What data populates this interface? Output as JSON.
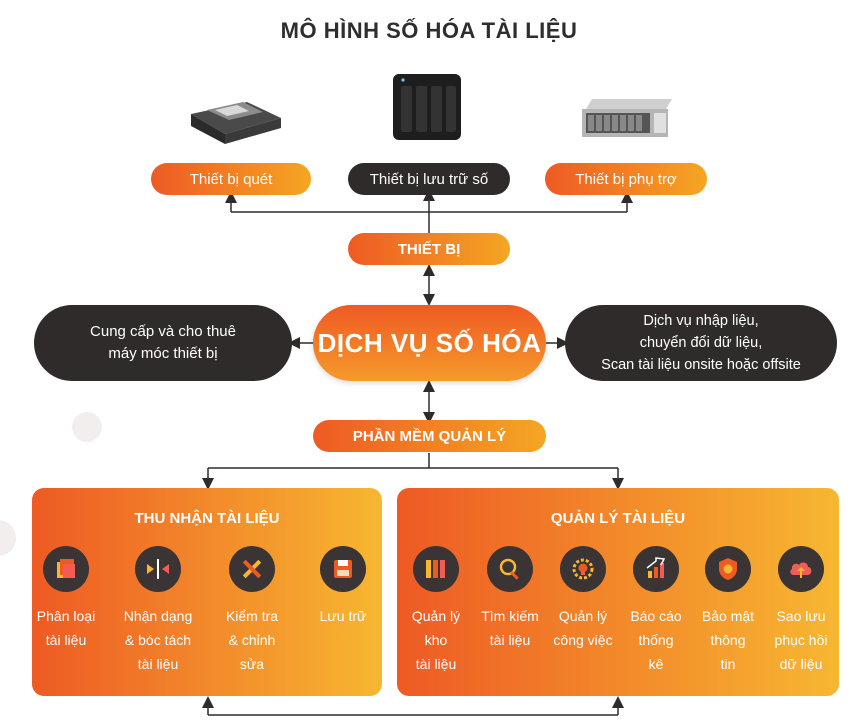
{
  "title": "MÔ HÌNH SỐ HÓA TÀI LIỆU",
  "devices": {
    "scanner": "Thiết bị quét",
    "storage": "Thiết bị lưu trữ số",
    "auxiliary": "Thiết bị phụ trợ"
  },
  "equipment_label": "THIẾT BỊ",
  "center_label": "DỊCH VỤ SỐ HÓA",
  "left_service": {
    "line1": "Cung cấp và cho thuê",
    "line2": "máy móc thiết bị"
  },
  "right_service": {
    "line1": "Dịch vụ nhập liệu,",
    "line2": "chuyển đổi dữ liệu,",
    "line3": "Scan tài liệu onsite hoặc offsite"
  },
  "software_label": "PHẦN MỀM QUẢN LÝ",
  "capture_panel": {
    "title": "THU NHẬN TÀI LIỆU",
    "items": [
      {
        "line1": "Phân loại",
        "line2": "tài liệu",
        "line3": ""
      },
      {
        "line1": "Nhận dạng",
        "line2": "& bóc tách",
        "line3": "tài liệu"
      },
      {
        "line1": "Kiểm tra",
        "line2": "& chỉnh",
        "line3": "sửa"
      },
      {
        "line1": "Lưu trữ",
        "line2": "",
        "line3": ""
      }
    ]
  },
  "manage_panel": {
    "title": "QUẢN LÝ TÀI LIỆU",
    "items": [
      {
        "line1": "Quản lý",
        "line2": "kho",
        "line3": "tài liệu"
      },
      {
        "line1": "Tìm kiếm",
        "line2": "tài liệu",
        "line3": ""
      },
      {
        "line1": "Quản lý",
        "line2": "công việc",
        "line3": ""
      },
      {
        "line1": "Báo cáo",
        "line2": "thống",
        "line3": "kê"
      },
      {
        "line1": "Bảo mật",
        "line2": "thông",
        "line3": "tin"
      },
      {
        "line1": "Sao lưu",
        "line2": "phục hồi",
        "line3": "dữ liệu"
      }
    ]
  },
  "colors": {
    "orange_start": "#ee5a24",
    "orange_end": "#f7b731",
    "dark": "#2f2b2b"
  }
}
